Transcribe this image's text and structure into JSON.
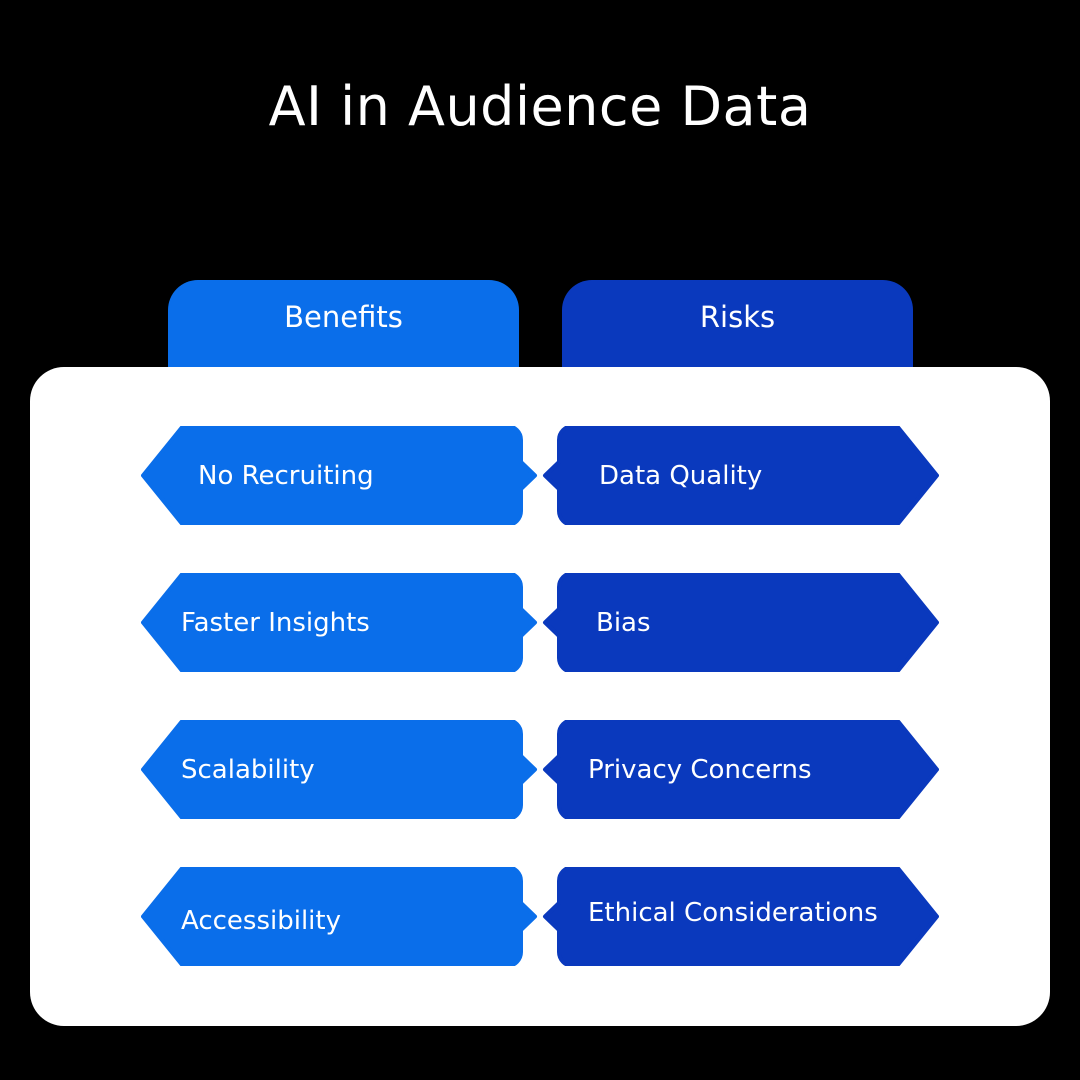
{
  "title": "AI in Audience Data",
  "columns": {
    "benefits": {
      "label": "Benefits",
      "color": "#0a6eea",
      "items": [
        "No Recruiting",
        "Faster Insights",
        "Scalability",
        "Accessibility"
      ]
    },
    "risks": {
      "label": "Risks",
      "color": "#0a39bd",
      "items": [
        "Data Quality",
        "Bias",
        "Privacy Concerns",
        "Ethical Considerations"
      ]
    }
  },
  "background_color": "#000000",
  "panel_color": "#ffffff"
}
